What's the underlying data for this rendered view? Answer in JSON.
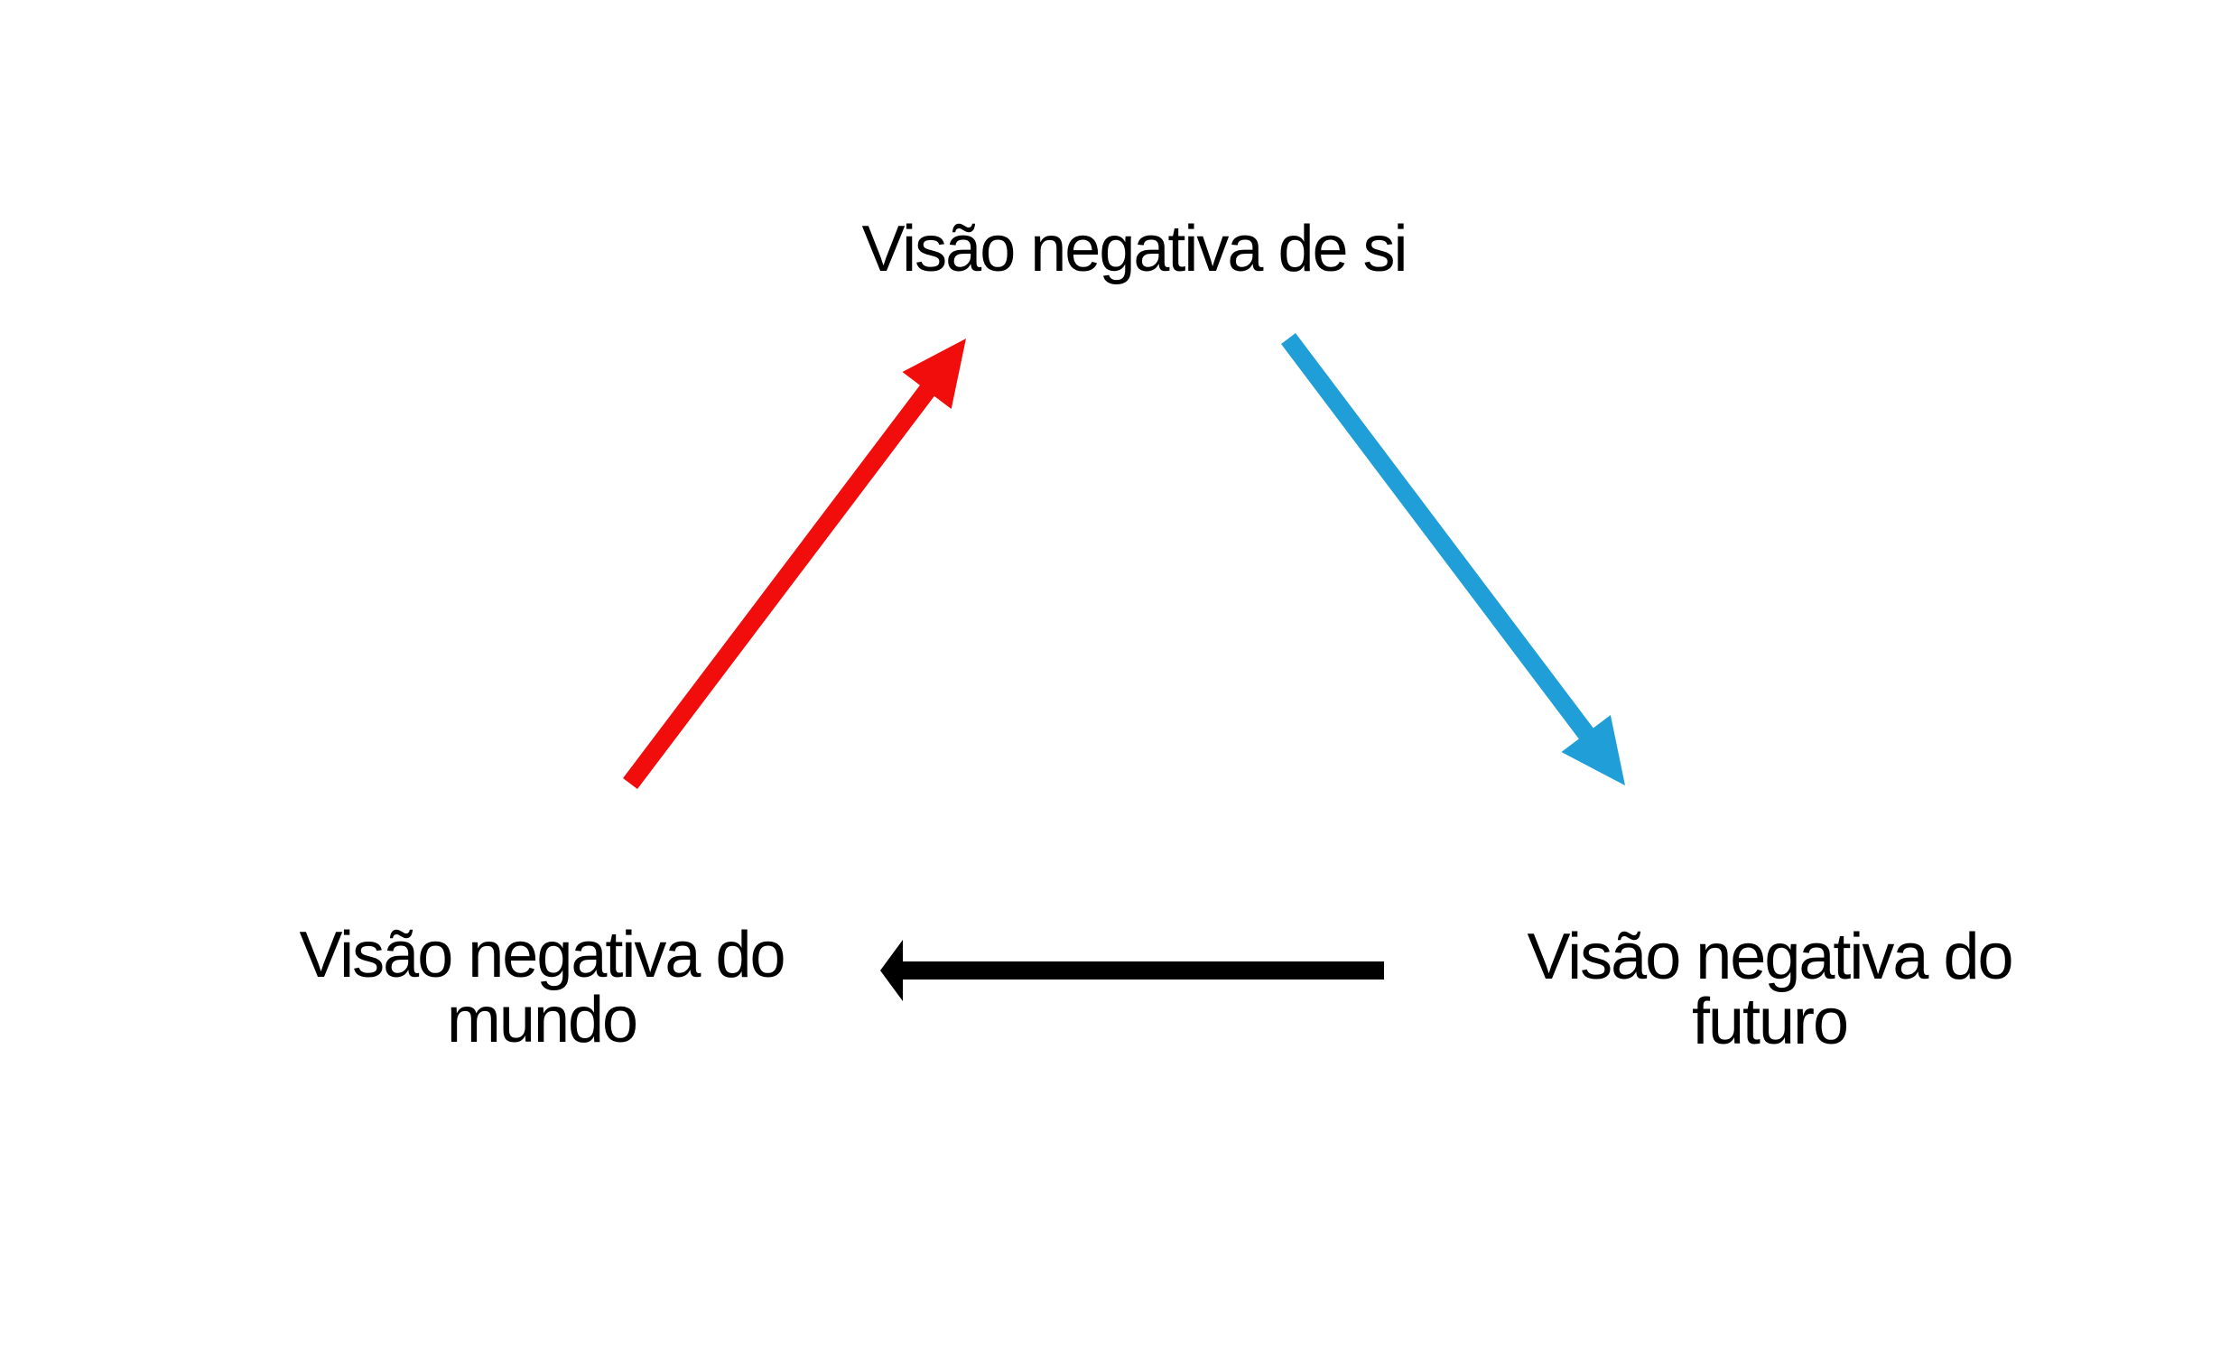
{
  "diagram": {
    "background_color": "#ffffff",
    "text_color": "#000000",
    "nodes": {
      "self": {
        "label": "Visão negativa de si"
      },
      "world": {
        "line1": "Visão negativa do",
        "line2": "mundo"
      },
      "future": {
        "line1": "Visão negativa do",
        "line2": "futuro"
      }
    },
    "arrows": {
      "world_to_self": {
        "color": "#f20d0d",
        "from": "Visão negativa do mundo",
        "to": "Visão negativa de si"
      },
      "self_to_future": {
        "color": "#1f9ed8",
        "from": "Visão negativa de si",
        "to": "Visão negativa do futuro"
      },
      "future_to_world": {
        "color": "#000000",
        "from": "Visão negativa do futuro",
        "to": "Visão negativa do mundo"
      }
    }
  }
}
